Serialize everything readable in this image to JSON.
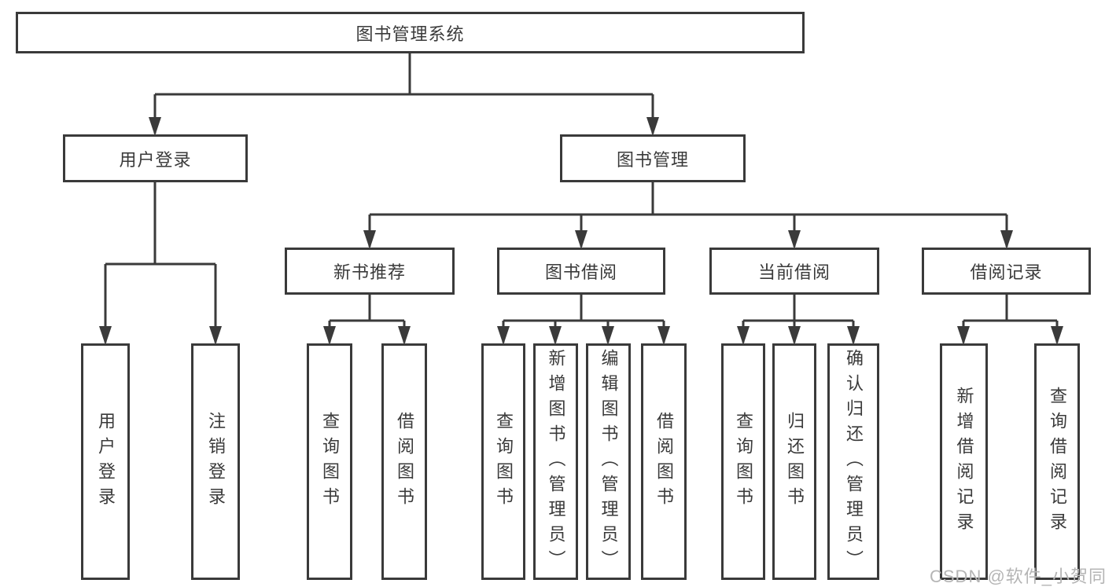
{
  "colors": {
    "line": "#3a3a3a",
    "text": "#3a3a3a",
    "box_background": "#ffffff",
    "watermark": "#b5b5b5"
  },
  "tree": {
    "root": {
      "label": "图书管理系统"
    },
    "children": [
      {
        "label": "用户登录",
        "children": [
          {
            "label": "用户登录"
          },
          {
            "label": "注销登录"
          }
        ]
      },
      {
        "label": "图书管理",
        "children": [
          {
            "label": "新书推荐",
            "children": [
              {
                "label": "查询图书"
              },
              {
                "label": "借阅图书"
              }
            ]
          },
          {
            "label": "图书借阅",
            "children": [
              {
                "label": "查询图书"
              },
              {
                "label": "新增图书（管理员）"
              },
              {
                "label": "编辑图书（管理员）"
              },
              {
                "label": "借阅图书"
              }
            ]
          },
          {
            "label": "当前借阅",
            "children": [
              {
                "label": "查询图书"
              },
              {
                "label": "归还图书"
              },
              {
                "label": "确认归还（管理员）"
              }
            ]
          },
          {
            "label": "借阅记录",
            "children": [
              {
                "label": "新增借阅记录"
              },
              {
                "label": "查询借阅记录"
              }
            ]
          }
        ]
      }
    ]
  },
  "watermark": {
    "text": "CSDN @软件_小贺同学"
  }
}
